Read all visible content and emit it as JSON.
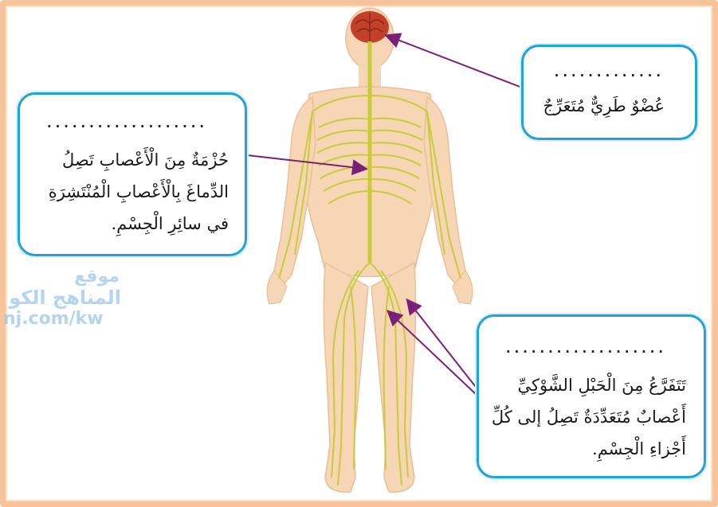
{
  "callouts": {
    "brain": {
      "blank": ".............",
      "text": "عُضْوٌ طَرِيٌّ مُتَعَرِّجٌ"
    },
    "spinal_cord": {
      "blank": "...................",
      "line1": "حُزْمَةٌ مِنَ الْأَعْصابِ تَصِلُ",
      "line2": "الدِّماغَ بِالْأَعْصابِ الْمُنْتَشِرَةِ",
      "line3": "في سائِرِ الْجِسْمِ."
    },
    "nerves": {
      "blank": "...................",
      "line1": "تَتَفَرَّعُ مِنَ الْحَبْلِ الشَّوْكِيِّ",
      "line2": "أَعْصابٌ مُتَعَدِّدَةٌ تَصِلُ إلى كُلِّ",
      "line3": "أَجْزاءِ الْجِسْمِ."
    }
  },
  "watermark": {
    "line1": "موقع",
    "line2": "المناهج الكو",
    "line3": "nj.com/kw"
  },
  "colors": {
    "frame": "#f6c39a",
    "box_border": "#1fa3d8",
    "arrow": "#7a1f7a",
    "skin": "#f6d6b4",
    "nerve": "#c9cc3a",
    "brain": "#c2402a"
  }
}
